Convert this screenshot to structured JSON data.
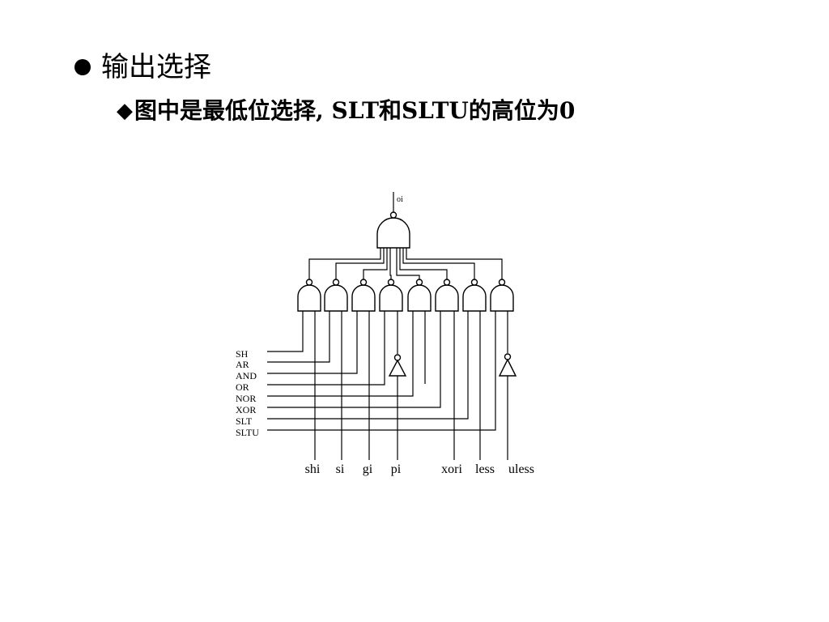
{
  "slide": {
    "title": "输出选择",
    "subtitle": "图中是最低位选择, SLT和SLTU的高位为0"
  },
  "diagram": {
    "output_label": "oi",
    "control_labels": [
      "SH",
      "AR",
      "AND",
      "OR",
      "NOR",
      "XOR",
      "SLT",
      "SLTU"
    ],
    "input_labels": [
      "shi",
      "si",
      "gi",
      "pi",
      "xori",
      "less",
      "uless"
    ]
  }
}
